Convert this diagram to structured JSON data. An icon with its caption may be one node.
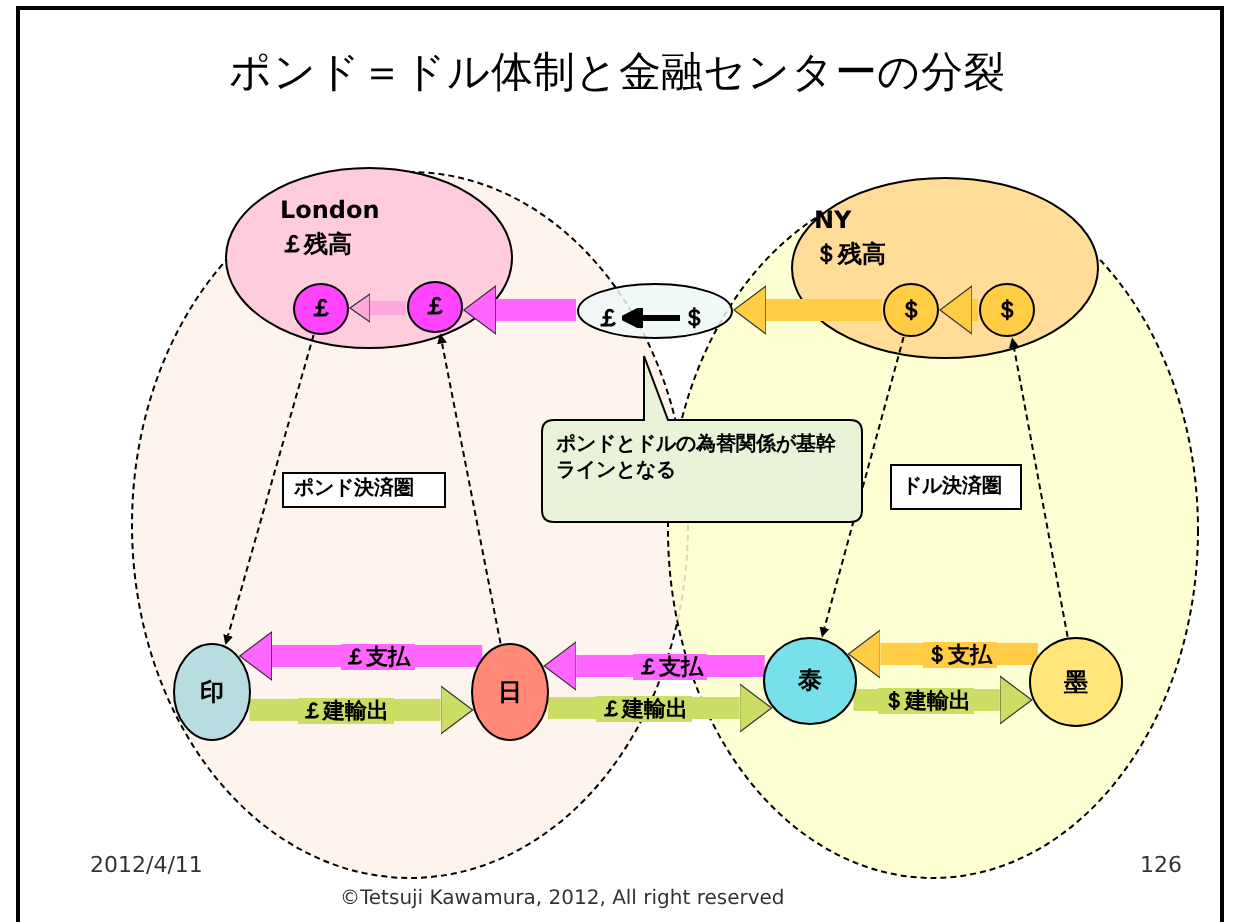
{
  "diagram": {
    "title": "ポンド＝ドル体制と金融センターの分裂",
    "nodes": [
      {
        "text": [],
        "shape": "ellipse"
      },
      {
        "text": [],
        "shape": "ellipse"
      },
      {
        "text": [
          "London ￡残高"
        ],
        "in": 0
      },
      {
        "text": [
          "￡"
        ],
        "in": 2
      },
      {
        "text": [
          "￡"
        ],
        "in": 2
      },
      {
        "text": [
          "NY ＄残高"
        ],
        "in": 1
      },
      {
        "text": [
          "＄"
        ],
        "in": 5
      },
      {
        "text": [
          "＄"
        ],
        "in": 5
      },
      {
        "text": [
          "￡",
          "＄"
        ]
      },
      {
        "text": [
          "ポンドとドルの為替関係が基幹ラインとなる"
        ]
      },
      {
        "text": [
          "ポンド決済圏"
        ],
        "in": 0
      },
      {
        "text": [
          "ドル決済圏"
        ],
        "in": 1
      },
      {
        "text": [
          "印"
        ],
        "in": 0
      },
      {
        "text": [
          "日"
        ],
        "in": 0
      },
      {
        "text": [
          "泰"
        ],
        "in": 1
      },
      {
        "text": [
          "墨"
        ],
        "in": 1
      }
    ],
    "edges": [
      {
        "from": 8,
        "to": 4,
        "arrow": "to",
        "color": "#ff66ff"
      },
      {
        "from": 4,
        "to": 3,
        "arrow": "to",
        "color": "#ffaadd"
      },
      {
        "from": 6,
        "to": 8,
        "arrow": "to",
        "color": "#ffcc44"
      },
      {
        "from": 7,
        "to": 6,
        "arrow": "to",
        "color": "#ffcc44"
      },
      {
        "from": 3,
        "to": 12,
        "arrow": "to",
        "style": "dashed"
      },
      {
        "from": 13,
        "to": 4,
        "arrow": "to",
        "style": "dashed"
      },
      {
        "from": 6,
        "to": 14,
        "arrow": "to",
        "style": "dashed"
      },
      {
        "from": 15,
        "to": 7,
        "arrow": "to",
        "style": "dashed"
      },
      {
        "from": 13,
        "to": 12,
        "arrow": "to",
        "label": "￡支払",
        "color": "#ff66ff"
      },
      {
        "from": 12,
        "to": 13,
        "arrow": "to",
        "label": "￡建輸出",
        "color": "#ccdd66"
      },
      {
        "from": 14,
        "to": 13,
        "arrow": "to",
        "label": "￡支払",
        "color": "#ff66ff"
      },
      {
        "from": 13,
        "to": 14,
        "arrow": "to",
        "label": "￡建輸出",
        "color": "#ccdd66"
      },
      {
        "from": 15,
        "to": 14,
        "arrow": "to",
        "label": "＄支払",
        "color": "#ffcc44"
      },
      {
        "from": 14,
        "to": 15,
        "arrow": "to",
        "label": "＄建輸出",
        "color": "#ccdd66"
      }
    ],
    "labels": [
      "2012/4/11",
      "126",
      "©Tetsuji Kawamura, 2012, All right reserved"
    ]
  }
}
